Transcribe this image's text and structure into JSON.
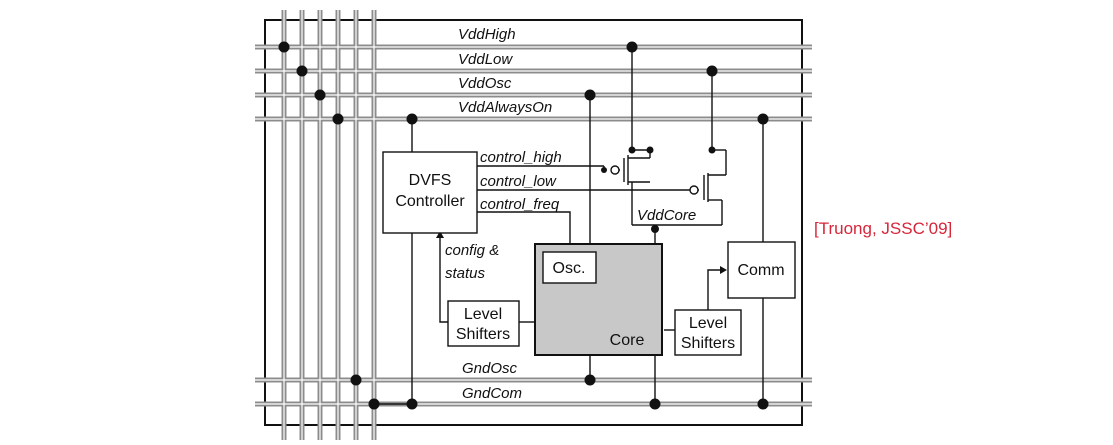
{
  "rails": {
    "vdd_high": "VddHigh",
    "vdd_low": "VddLow",
    "vdd_osc": "VddOsc",
    "vdd_always_on": "VddAlwaysOn",
    "gnd_osc": "GndOsc",
    "gnd_com": "GndCom"
  },
  "signals": {
    "control_high": "control_high",
    "control_low": "control_low",
    "control_freq": "control_freq",
    "config_status_line1": "config &",
    "config_status_line2": "status",
    "vdd_core": "VddCore"
  },
  "blocks": {
    "dvfs_line1": "DVFS",
    "dvfs_line2": "Controller",
    "osc": "Osc.",
    "core": "Core",
    "comm": "Comm",
    "level_shifters_line1": "Level",
    "level_shifters_line2": "Shifters"
  },
  "citation": "[Truong, JSSC’09]",
  "colors": {
    "rail": "#8c8c8c",
    "wire": "#111111",
    "core_fill": "#c8c8c8",
    "citation": "#d6263a"
  }
}
